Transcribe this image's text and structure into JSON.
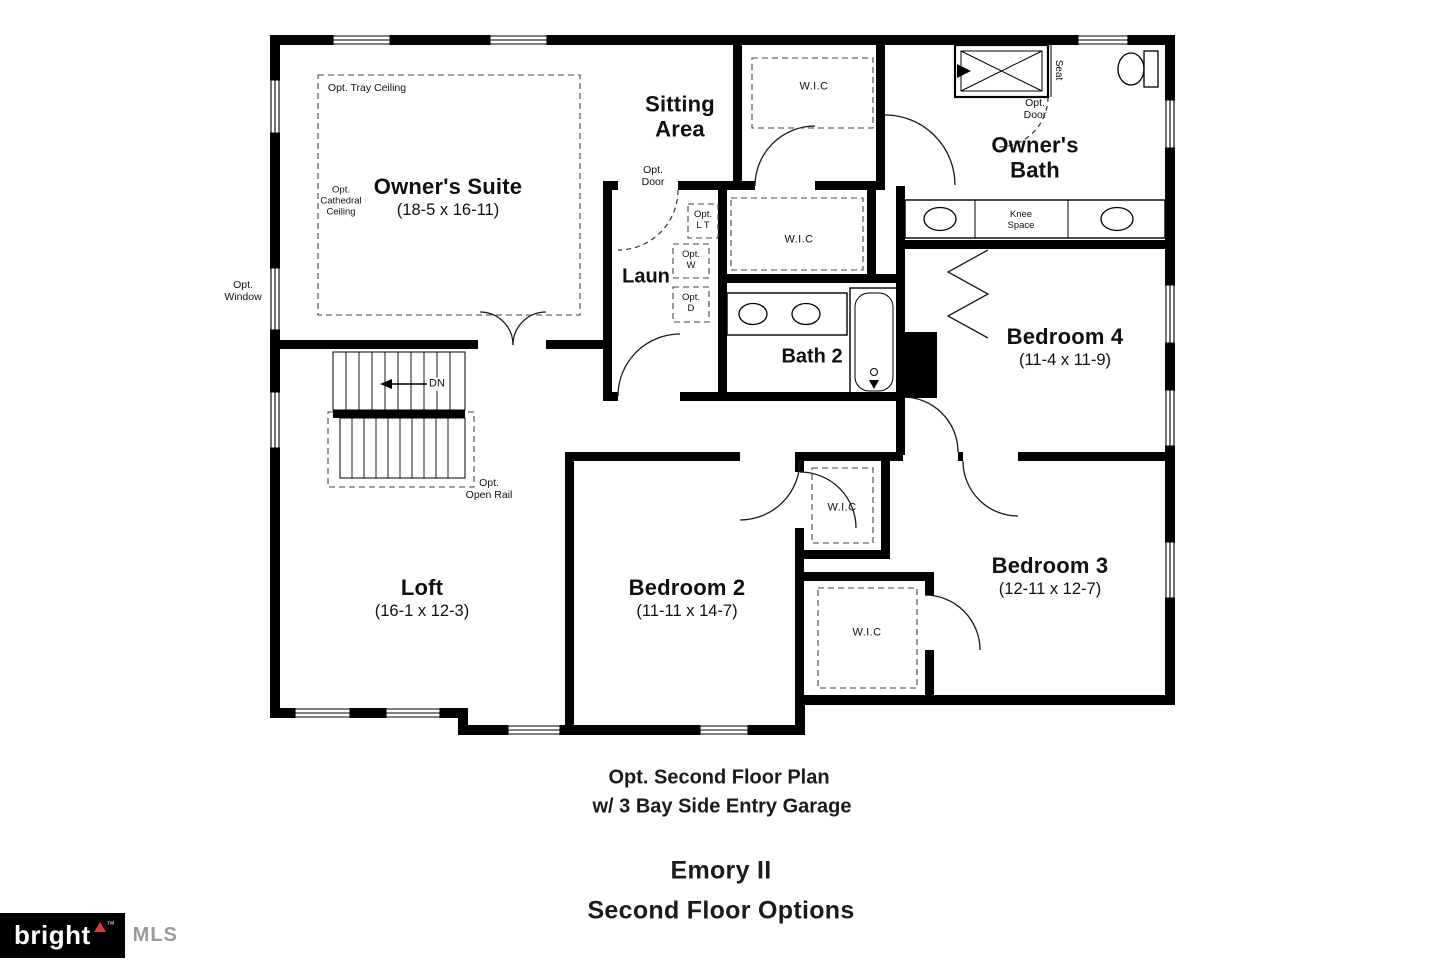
{
  "colors": {
    "line": "#000000",
    "text": "#111111",
    "accent_red": "#e4313b",
    "logo_gray": "#9b9b9b"
  },
  "plan": {
    "rooms": {
      "owners_suite": {
        "name": "Owner's Suite",
        "dims": "(18-5 x 16-11)"
      },
      "sitting_area": {
        "line1": "Sitting",
        "line2": "Area"
      },
      "owners_bath": {
        "line1": "Owner's",
        "line2": "Bath"
      },
      "bedroom_4": {
        "name": "Bedroom 4",
        "dims": "(11-4 x 11-9)"
      },
      "bath_2": {
        "name": "Bath 2"
      },
      "laundry": {
        "name": "Laun"
      },
      "loft": {
        "name": "Loft",
        "dims": "(16-1 x 12-3)"
      },
      "bedroom_2": {
        "name": "Bedroom 2",
        "dims": "(11-11 x 14-7)"
      },
      "bedroom_3": {
        "name": "Bedroom 3",
        "dims": "(12-11 x 12-7)"
      },
      "wic_hall": "W.I.C",
      "wic_owners": "W.I.C",
      "wic_bedroom_2": "W.I.C",
      "wic_bedroom_3": "W.I.C"
    },
    "annotations": {
      "tray_ceiling": "Opt. Tray Ceiling",
      "cathedral": {
        "line1": "Opt.",
        "line2": "Cathedral",
        "line3": "Ceiling"
      },
      "opt_window": {
        "line1": "Opt.",
        "line2": "Window"
      },
      "opt_door_sitting": {
        "line1": "Opt.",
        "line2": "Door"
      },
      "opt_door_bath": {
        "line1": "Opt.",
        "line2": "Door"
      },
      "seat": "Seat",
      "knee_space": {
        "line1": "Knee",
        "line2": "Space"
      },
      "opt_linen": {
        "line1": "Opt.",
        "line2": "L T"
      },
      "opt_washer": {
        "line1": "Opt.",
        "line2": "W"
      },
      "opt_dryer": {
        "line1": "Opt.",
        "line2": "D"
      },
      "stairs_down": "DN",
      "open_rail": {
        "line1": "Opt.",
        "line2": "Open Rail"
      }
    },
    "captions": {
      "subtitle_line1": "Opt. Second Floor Plan",
      "subtitle_line2": "w/ 3 Bay Side Entry Garage",
      "title": "Emory II",
      "subtitle": "Second Floor Options"
    }
  },
  "logo": {
    "brand": "bright",
    "trademark": "™",
    "suffix": "MLS"
  }
}
